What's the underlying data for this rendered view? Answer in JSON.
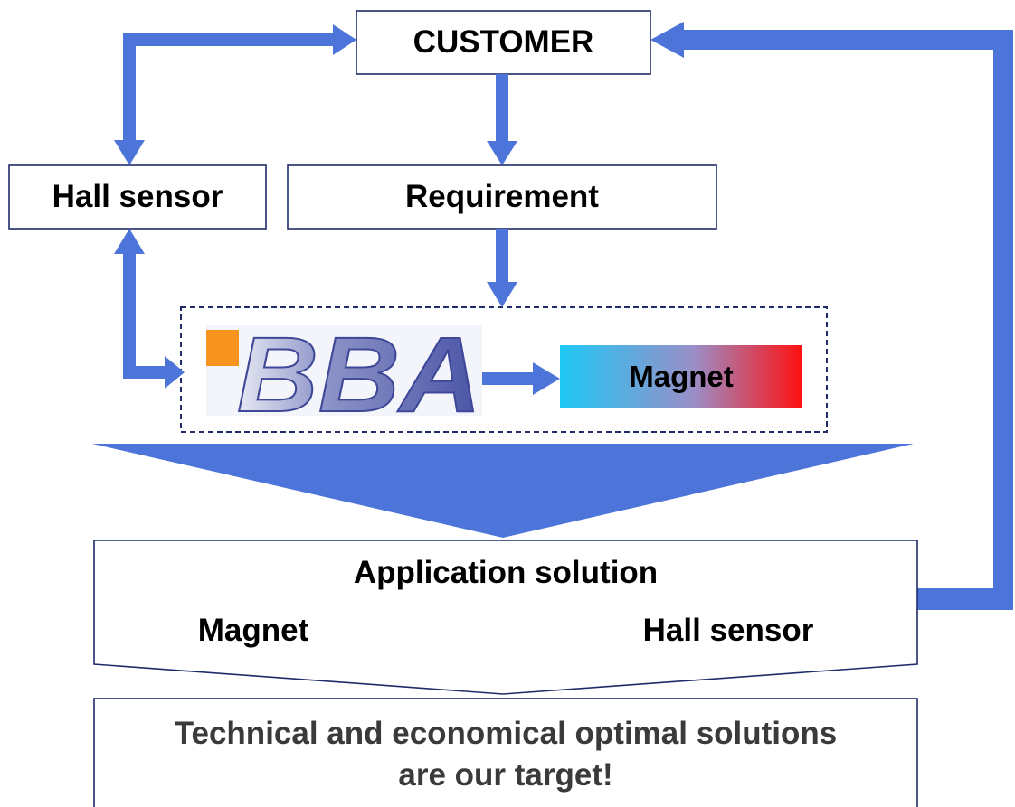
{
  "nodes": {
    "customer": "CUSTOMER",
    "hall_sensor": "Hall sensor",
    "requirement": "Requirement",
    "magnet": "Magnet"
  },
  "logo": {
    "text": "BBA",
    "accent_color": "#F7941D",
    "letter_color": "#5A63AE"
  },
  "application": {
    "title": "Application solution",
    "from": "Magnet",
    "to": "Hall sensor"
  },
  "target": {
    "line1": "Technical and economical optimal solutions",
    "line2": "are our target!"
  },
  "colors": {
    "arrow": "#4D75D9",
    "box_border": "#1F2B6B",
    "magnet_gradient_start": "#1EC8F5",
    "magnet_gradient_end": "#FF1010",
    "target_text": "#3A3A3A"
  }
}
